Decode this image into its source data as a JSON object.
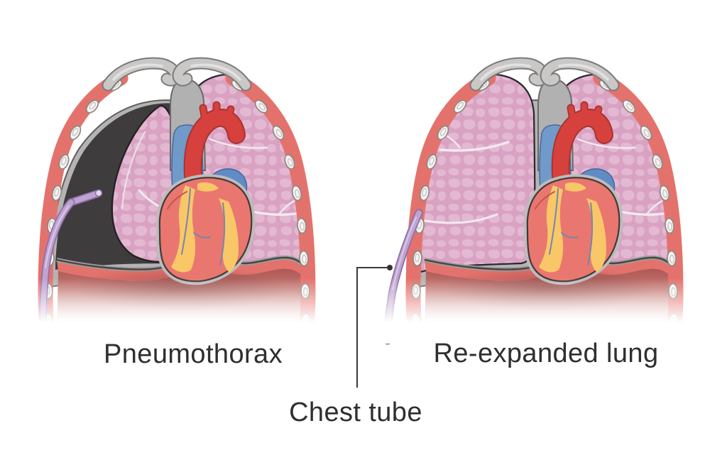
{
  "figure": {
    "type": "medical-illustration",
    "panels": [
      {
        "id": "pneumothorax",
        "label": "Pneumothorax"
      },
      {
        "id": "re-expanded",
        "label": "Re-expanded lung"
      }
    ],
    "callout": {
      "label": "Chest tube"
    },
    "colors": {
      "background": "#ffffff",
      "chest_wall": "#e4726c",
      "rib_white": "#f7f4f2",
      "pleura_gray": "#b5b3b3",
      "cavity_dark": "#3e3c3c",
      "lung_base": "#d9a2c3",
      "lung_texture": "#e3b9d2",
      "heart": "#e9776f",
      "aorta": "#d6413d",
      "vein_blue": "#6f9ac9",
      "pulmonary_blue": "#5f8cc4",
      "fat_yellow": "#f9c768",
      "tube_purple": "#bfa3d0",
      "callout_line": "#3a3a3a",
      "label_text": "#2f2f2f"
    }
  }
}
